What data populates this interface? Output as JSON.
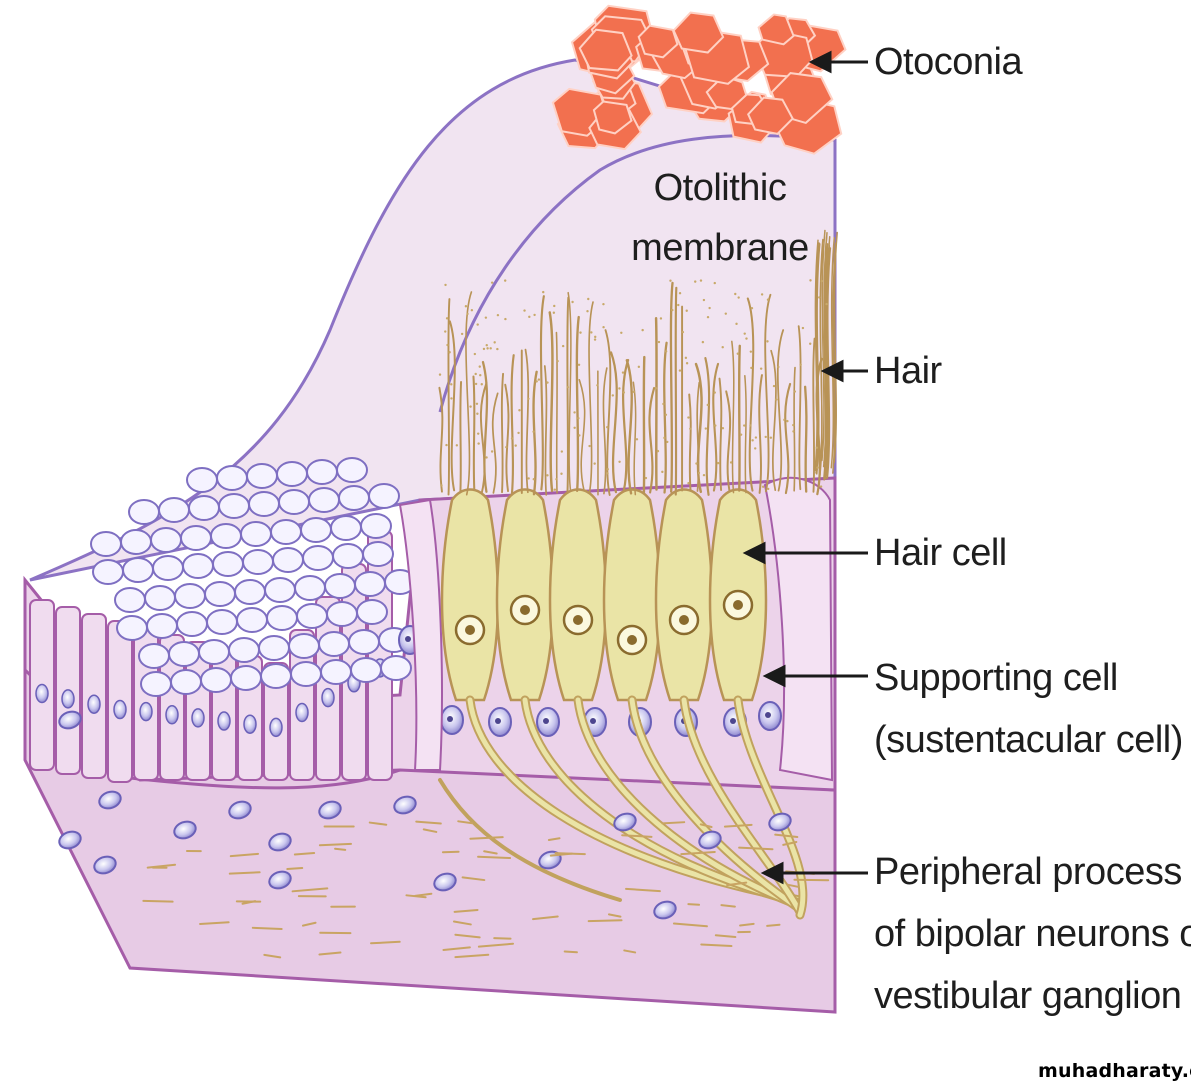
{
  "labels": {
    "otoconia": "Otoconia",
    "otolithic_line1": "Otolithic",
    "otolithic_line2": "membrane",
    "hair": "Hair",
    "hair_cell": "Hair cell",
    "supporting_line1": "Supporting cell",
    "supporting_line2": "(sustentacular cell)",
    "peripheral_line1": "Peripheral process",
    "peripheral_line2": "of bipolar neurons of",
    "peripheral_line3": "vestibular ganglion"
  },
  "watermark": "muhadharaty.com",
  "colors": {
    "otoconia": "#f2704f",
    "membrane": "#f1e4f1",
    "membrane_outline": "#8c72c4",
    "epithelium": "#ecd3ea",
    "connective_tissue": "#e8cde6",
    "cell_outline": "#a55da8",
    "hair_cell_fill": "#eae4a6",
    "hair_and_nerve": "#b89356",
    "nucleus": "#b4b0e0"
  }
}
